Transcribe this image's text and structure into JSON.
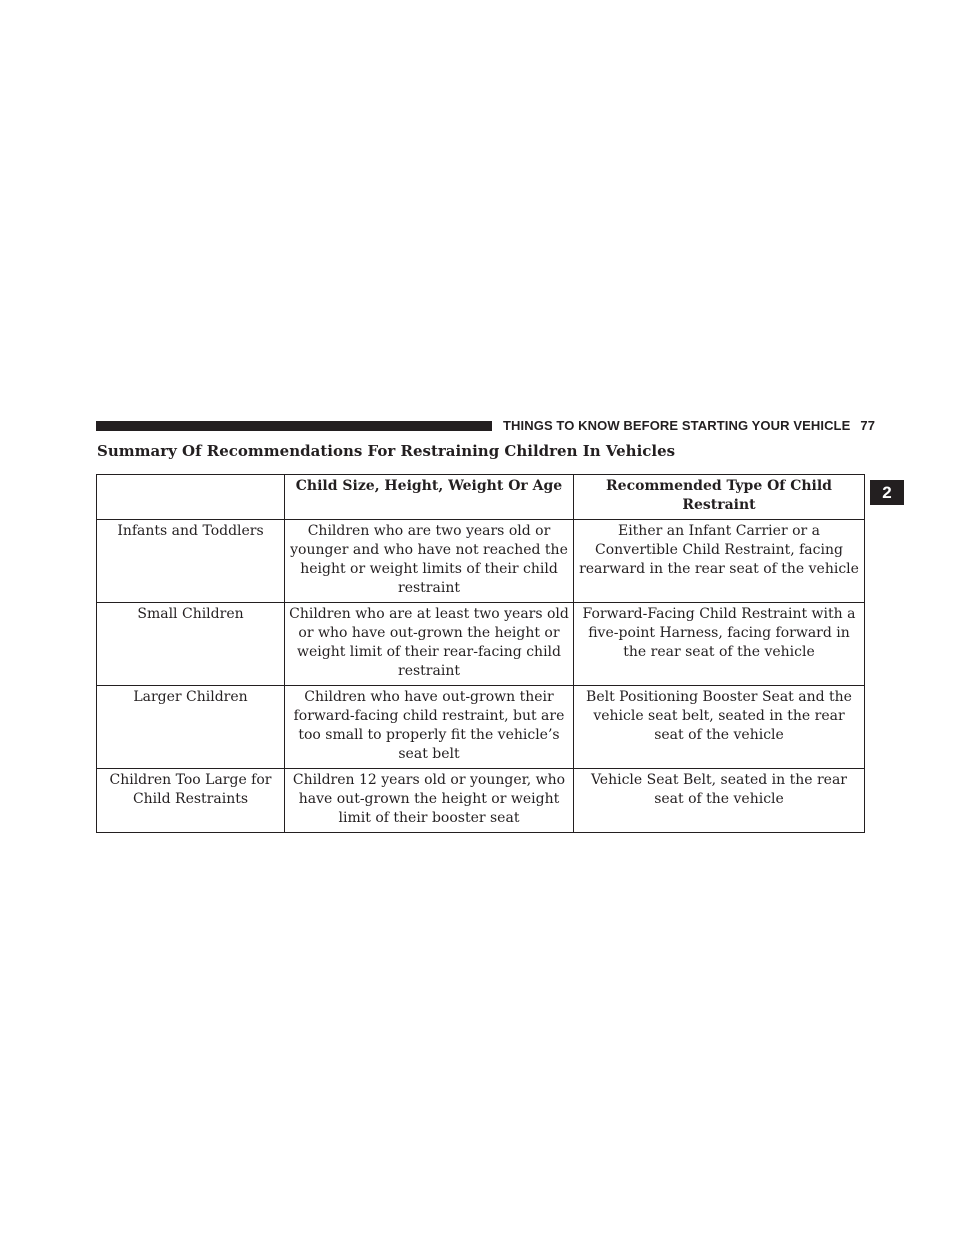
{
  "page_header": {
    "section": "THINGS TO KNOW BEFORE STARTING YOUR VEHICLE",
    "page_number": "77"
  },
  "chapter_tab": "2",
  "title": "Summary Of Recommendations For Restraining Children In Vehicles",
  "table": {
    "headers": [
      "",
      "Child Size, Height, Weight Or Age",
      "Recommended Type Of Child Restraint"
    ],
    "rows": [
      [
        "Infants and Toddlers",
        "Children who are two years old or younger and who have not reached the height or weight limits of their child restraint",
        "Either an Infant Carrier or a Convertible Child Restraint, facing rearward in the rear seat of the vehicle"
      ],
      [
        "Small Children",
        "Children who are at least two years old or who have out-grown the height or weight limit of their rear-facing child restraint",
        "Forward-Facing Child Restraint with a five-point Harness, facing forward in the rear seat of the vehicle"
      ],
      [
        "Larger Children",
        "Children who have out-grown their forward-facing child restraint, but are too small to properly fit the vehicle’s seat belt",
        "Belt Positioning Booster Seat and the vehicle seat belt, seated in the rear seat of the vehicle"
      ],
      [
        "Children Too Large for Child Restraints",
        "Children 12 years old or younger, who have out-grown the height or weight limit of their booster seat",
        "Vehicle Seat Belt, seated in the rear seat of the vehicle"
      ]
    ]
  }
}
